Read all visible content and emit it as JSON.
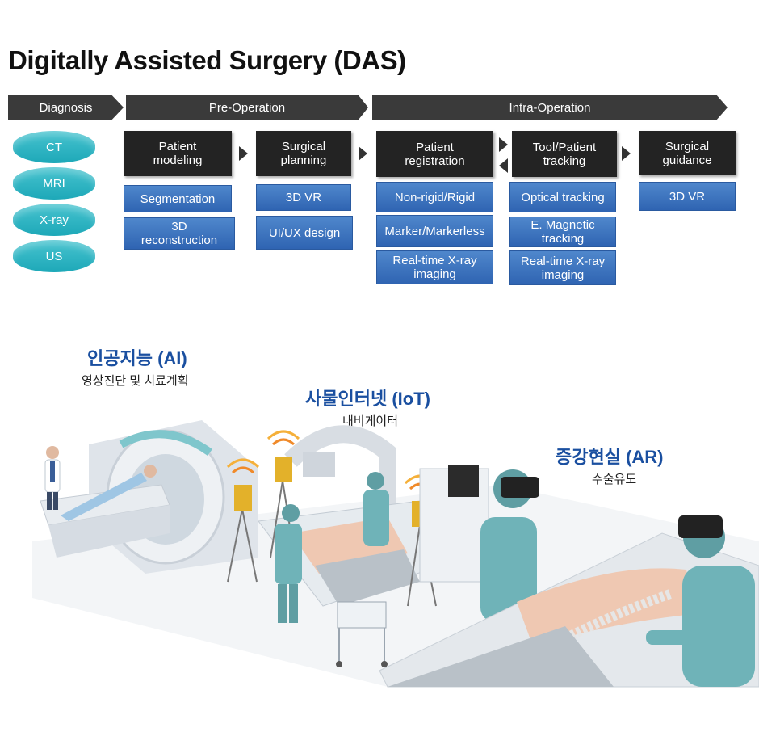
{
  "title": "Digitally Assisted Surgery (DAS)",
  "phases": {
    "diagnosis": "Diagnosis",
    "pre_operation": "Pre-Operation",
    "intra_operation": "Intra-Operation"
  },
  "diagnosis_items": [
    "CT",
    "MRI",
    "X-ray",
    "US"
  ],
  "pre_operation": {
    "patient_modeling": {
      "title": "Patient modeling",
      "items": [
        "Segmentation",
        "3D reconstruction"
      ]
    },
    "surgical_planning": {
      "title": "Surgical planning",
      "items": [
        "3D VR",
        "UI/UX design"
      ]
    }
  },
  "intra_operation": {
    "patient_registration": {
      "title": "Patient registration",
      "items": [
        "Non-rigid/Rigid",
        "Marker/Markerless",
        "Real-time X-ray imaging"
      ]
    },
    "tool_patient_tracking": {
      "title": "Tool/Patient tracking",
      "items": [
        "Optical tracking",
        "E. Magnetic tracking",
        "Real-time X-ray imaging"
      ]
    },
    "surgical_guidance": {
      "title": "Surgical guidance",
      "items": [
        "3D VR"
      ]
    }
  },
  "technologies": {
    "ai": {
      "title": "인공지능 (AI)",
      "subtitle": "영상진단 및 치료계획"
    },
    "iot": {
      "title": "사물인터넷 (IoT)",
      "subtitle": "내비게이터"
    },
    "ar": {
      "title": "증강현실 (AR)",
      "subtitle": "수술유도"
    }
  },
  "colors": {
    "phase_bar": "#3a3a3a",
    "diagnosis_disk": "#2bb4c4",
    "dark_box": "#232323",
    "blue_box": "#3b73c0",
    "tech_heading": "#1a4fa0",
    "scrub_teal": "#6fb3b8"
  }
}
